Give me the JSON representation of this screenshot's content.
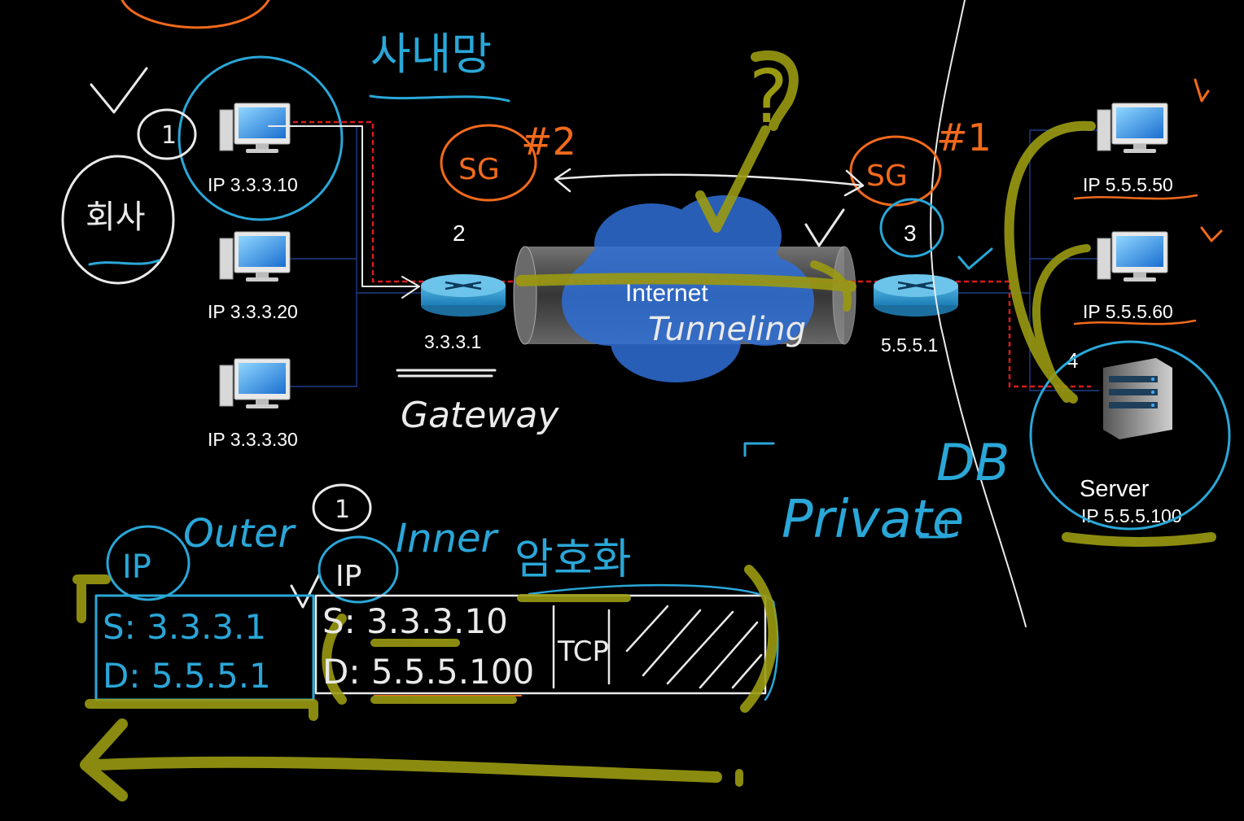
{
  "colors": {
    "background": "#000000",
    "link_line": "#1f3d8a",
    "vpn_path": "#d81b1b",
    "ink_blue": "#2aa7d8",
    "ink_orange": "#f26a1b",
    "ink_white": "#eaeaea",
    "highlighter": "#9a9a12",
    "cloud": "#2f6fd6"
  },
  "hosts_left": [
    {
      "ip": "IP  3.3.3.10"
    },
    {
      "ip": "IP  3.3.3.20"
    },
    {
      "ip": "IP  3.3.3.30"
    }
  ],
  "hosts_right": [
    {
      "ip": "IP  5.5.5.50"
    },
    {
      "ip": "IP  5.5.5.60"
    }
  ],
  "server": {
    "name": "Server",
    "ip": "IP  5.5.5.100"
  },
  "gateway_left": {
    "step": "2",
    "ip": "3.3.3.1"
  },
  "gateway_right": {
    "step": "3",
    "ip": "5.5.5.1"
  },
  "cloud": {
    "label": "Internet",
    "tunnel_label": "Tunneling"
  },
  "step4": "4",
  "annotations": {
    "step1": "1",
    "sg_left": "SG",
    "sg_right": "SG",
    "sg_left_tag": "#2",
    "sg_right_tag": "#1",
    "question": "?",
    "gateway": "Gateway",
    "private": "Private",
    "db": "DB",
    "outer": "Outer",
    "inner": "Inner",
    "inner_step": "1",
    "korean_top": "사내망",
    "korean_left": "회사",
    "korean_inner": "암호화"
  },
  "packet": {
    "outer_header": "IP",
    "inner_header": "IP",
    "outer_src": "S: 3.3.3.1",
    "outer_dst": "D: 5.5.5.1",
    "inner_src": "S: 3.3.3.10",
    "inner_dst": "D: 5.5.5.100",
    "protocol": "TCP"
  }
}
